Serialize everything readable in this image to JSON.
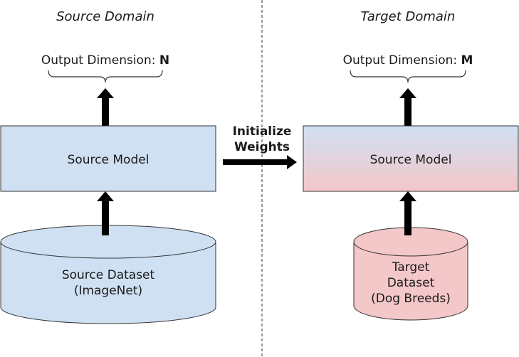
{
  "source": {
    "domain_title": "Source Domain",
    "output_label": "Output Dimension: ",
    "output_value": "N",
    "model_label": "Source Model",
    "dataset_lines": [
      "Source Dataset",
      "(ImageNet)"
    ]
  },
  "target": {
    "domain_title": "Target Domain",
    "output_label": "Output Dimension: ",
    "output_value": "M",
    "model_label": "Source Model",
    "dataset_lines": [
      "Target",
      "Dataset",
      "(Dog Breeds)"
    ]
  },
  "transfer": {
    "label_lines": [
      "Initialize",
      "Weights"
    ]
  },
  "colors": {
    "source_fill": "#cfe0f3",
    "target_fill": "#f4c7c9",
    "stroke": "#333333",
    "arrow": "#000000"
  }
}
